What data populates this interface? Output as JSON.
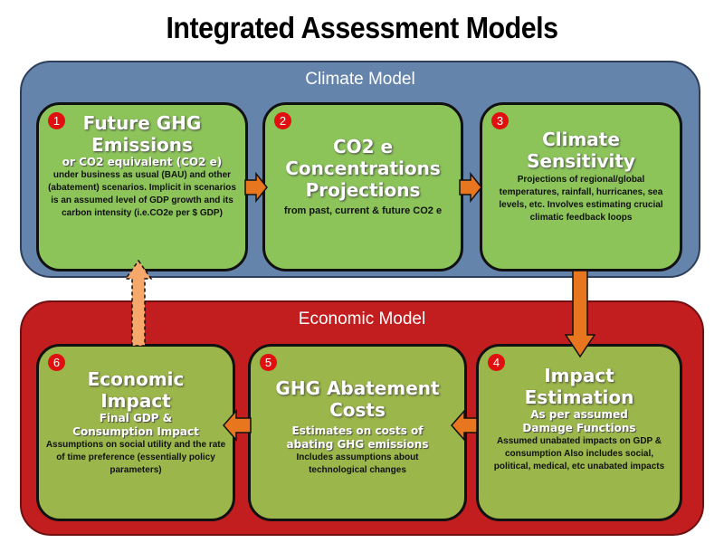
{
  "title": "Integrated Assessment Models",
  "climate_model": {
    "label": "Climate Model",
    "boxes": [
      {
        "number": "1",
        "heading": "Future GHG Emissions",
        "subheading": "or CO2 equivalent (CO2 e)",
        "body": "under business as usual (BAU) and other (abatement) scenarios. Implicit in scenarios is an assumed level of GDP growth and its carbon intensity (i.e.CO2e per $ GDP)"
      },
      {
        "number": "2",
        "heading": "CO2 e Concentrations Projections",
        "subheading": "",
        "body": "from past, current & future CO2 e"
      },
      {
        "number": "3",
        "heading": "Climate Sensitivity",
        "subheading": "",
        "body": "Projections of regional/global temperatures, rainfall, hurricanes, sea levels, etc. Involves estimating crucial climatic feedback loops"
      }
    ]
  },
  "economic_model": {
    "label": "Economic Model",
    "boxes": [
      {
        "number": "4",
        "heading": "Impact Estimation",
        "subheading": "As per assumed Damage Functions",
        "body": "Assumed unabated impacts on GDP & consumption Also includes social, political, medical, etc  unabated impacts"
      },
      {
        "number": "5",
        "heading": "GHG Abatement Costs",
        "subheading": "Estimates on costs of abating GHG emissions",
        "body": "Includes assumptions about technological changes"
      },
      {
        "number": "6",
        "heading": "Economic Impact",
        "subheading": "Final GDP & Consumption Impact",
        "body": "Assumptions on social utility and the rate of  time preference (essentially policy parameters)"
      }
    ]
  },
  "colors": {
    "arrow": "#e8761e",
    "feedback_arrow": "#f6a86a",
    "climate_panel": "#6584ab",
    "economic_panel": "#c21d1f",
    "box_green": "#8cc45a",
    "box_olive": "#9bb64a"
  }
}
